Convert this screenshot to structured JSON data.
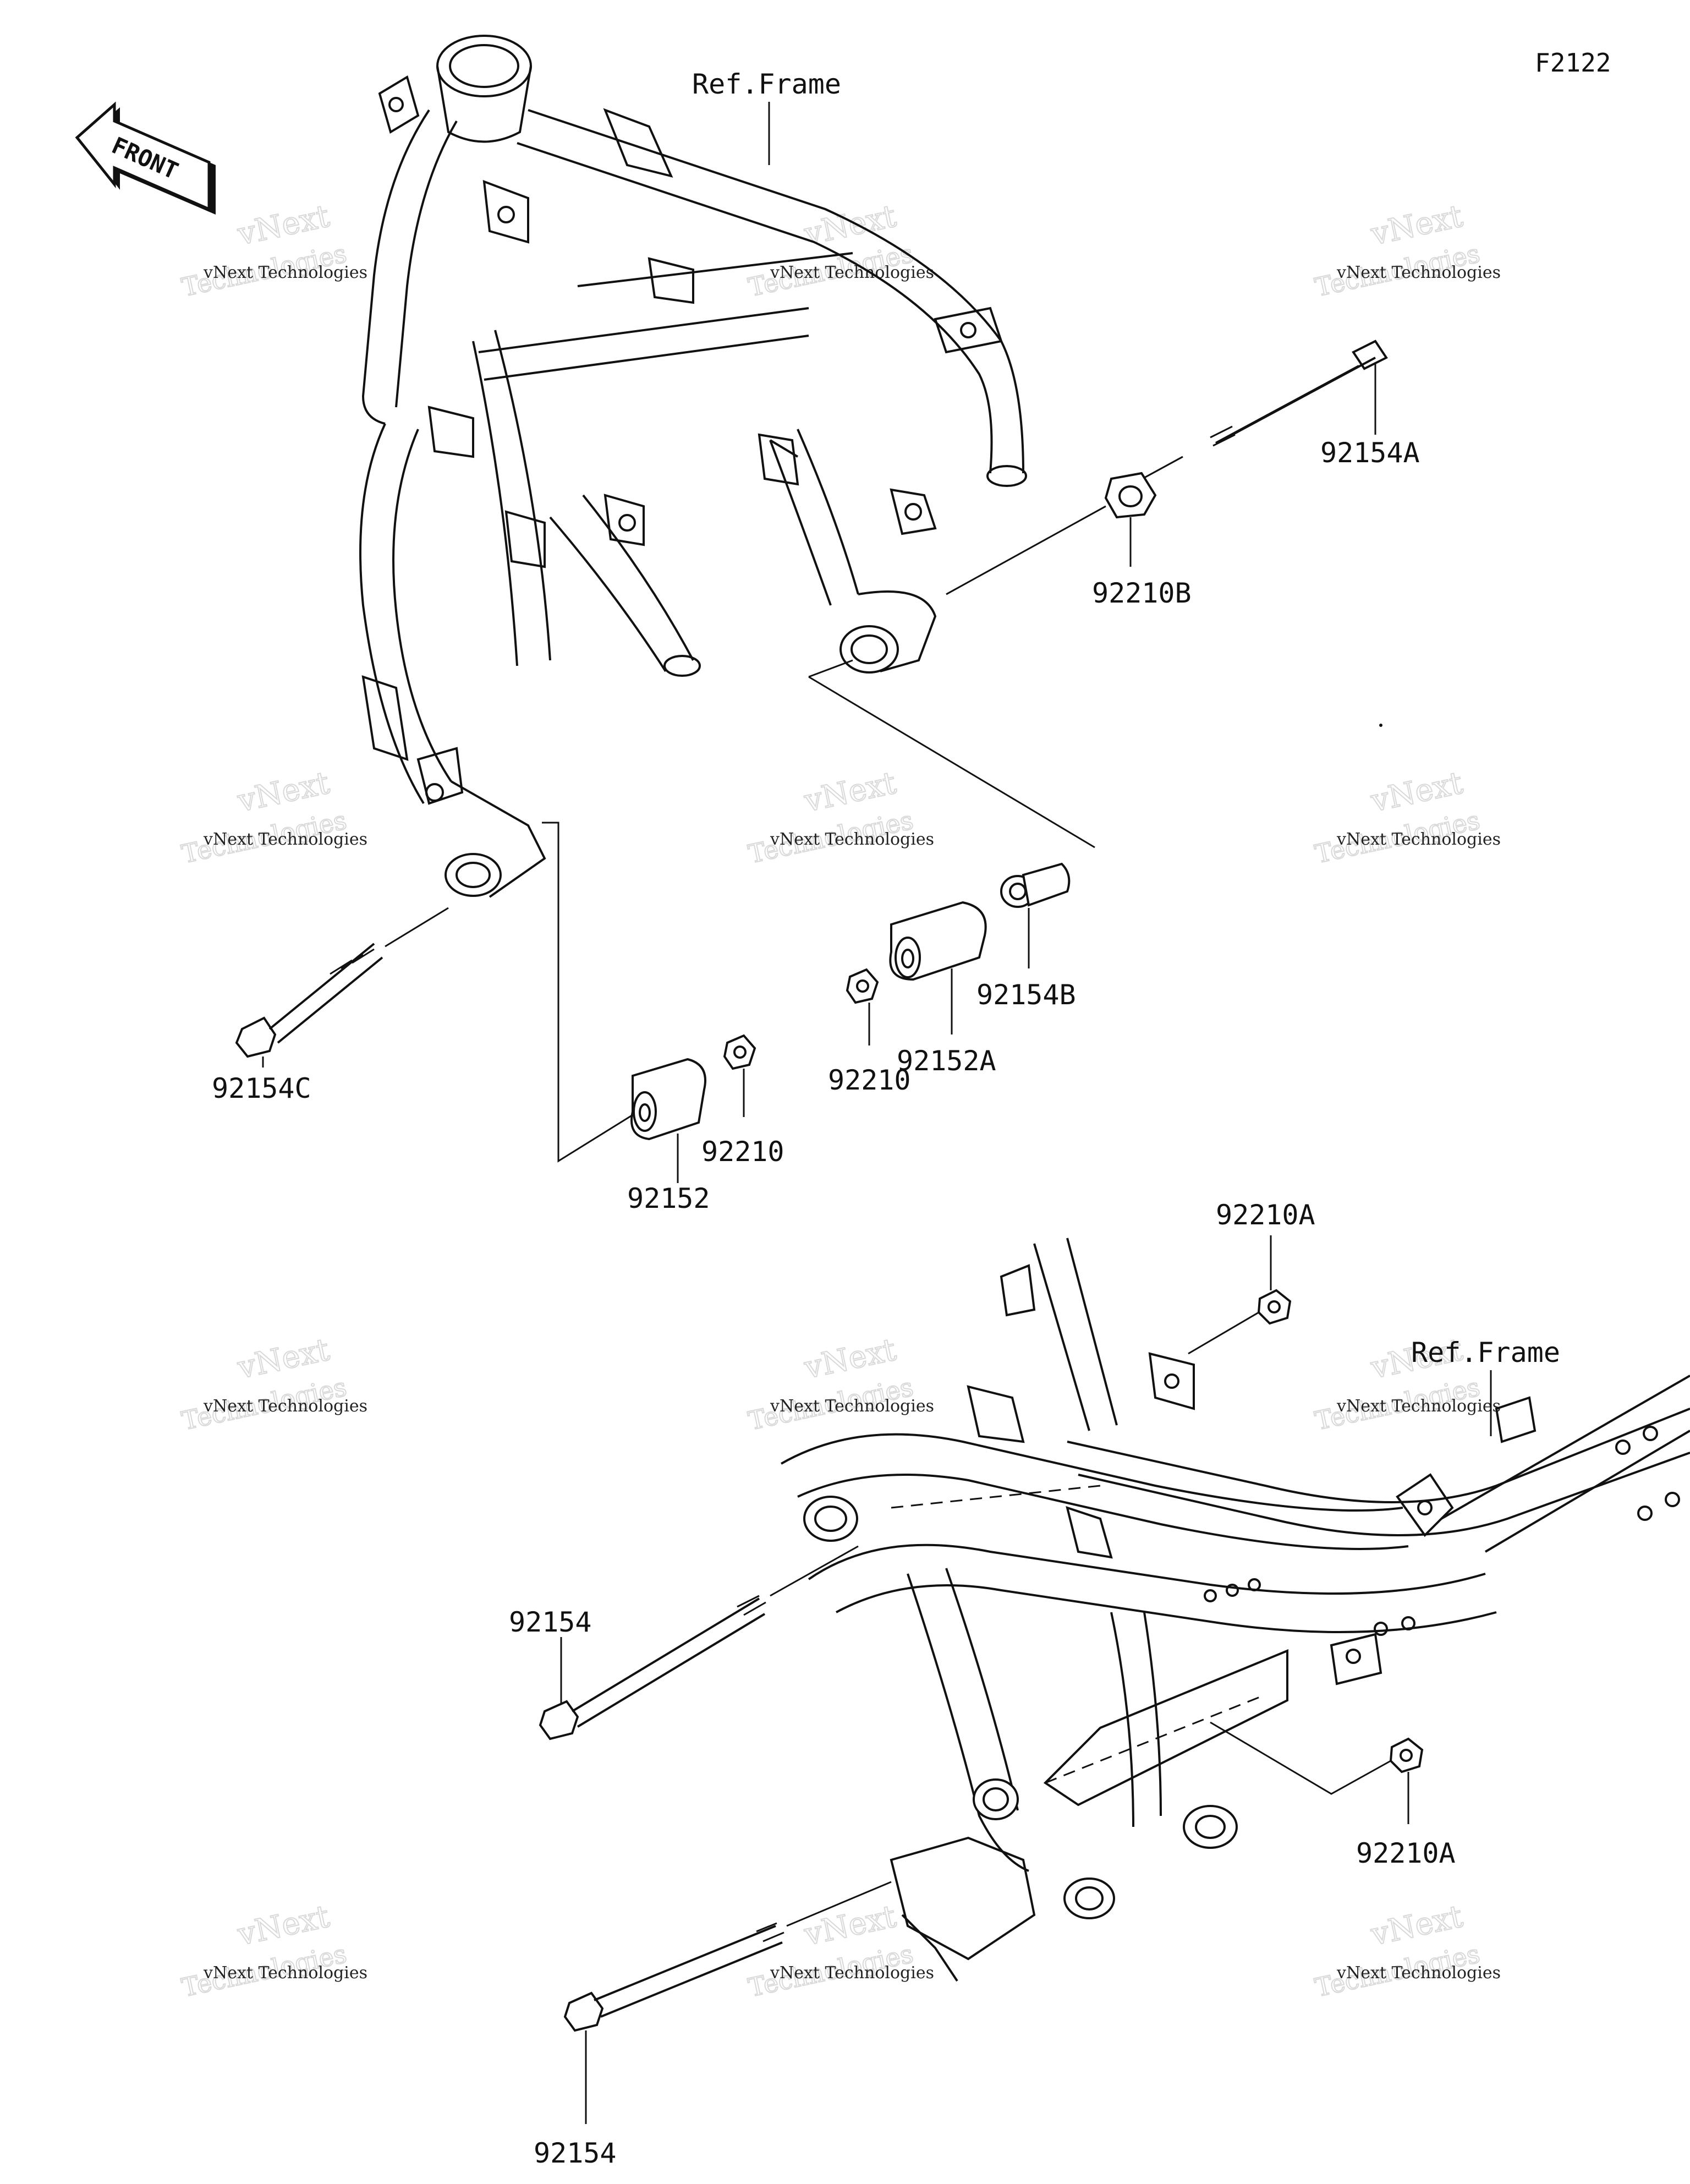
{
  "diagram_code": "F2122",
  "front_label": "FRONT",
  "ref_frame_top": "Ref.Frame",
  "ref_frame_bottom": "Ref.Frame",
  "parts": {
    "p92154A": "92154A",
    "p92210B": "92210B",
    "p92154B": "92154B",
    "p92152A": "92152A",
    "p92210_mid": "92210",
    "p92154C": "92154C",
    "p92210_low": "92210",
    "p92152": "92152",
    "p92210A_top": "92210A",
    "p92210A_bottom": "92210A",
    "p92154_mid": "92154",
    "p92154_bottom": "92154"
  },
  "watermark": {
    "line1": "vNext Technologies",
    "line2": "vNext",
    "line3": "Technologies"
  }
}
